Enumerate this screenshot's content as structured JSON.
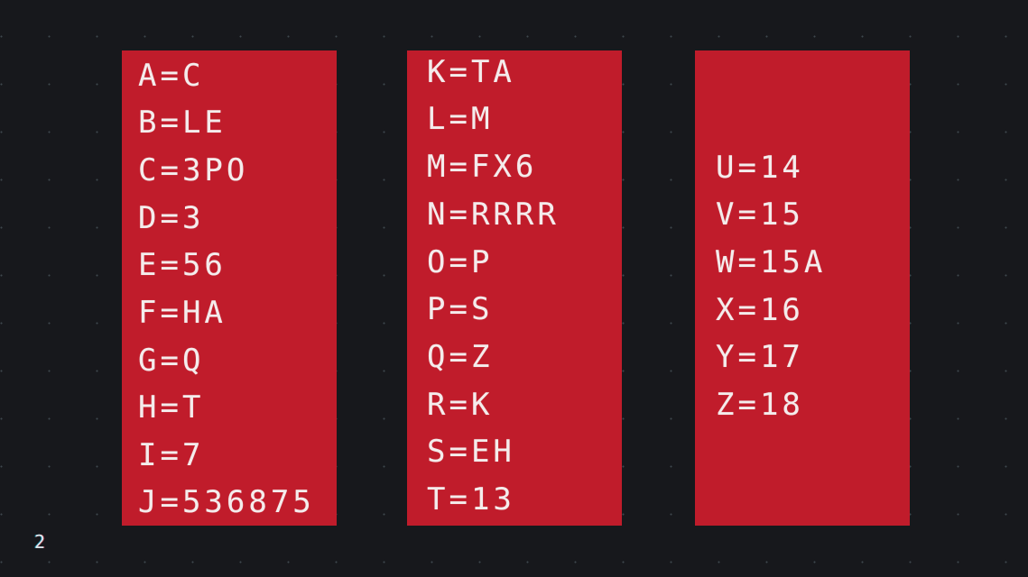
{
  "columns": [
    {
      "entries": [
        "A=C",
        "B=LE",
        "C=3PO",
        "D=3",
        "E=56",
        "F=HA",
        "G=Q",
        "H=T",
        "I=7",
        "J=536875"
      ]
    },
    {
      "entries": [
        "K=TA",
        "L=M",
        "M=FX6",
        "N=RRRR",
        "O=P",
        "P=S",
        "Q=Z",
        "R=K",
        "S=EH",
        "T=13"
      ]
    },
    {
      "entries": [
        "U=14",
        "V=15",
        "W=15A",
        "X=16",
        "Y=17",
        "Z=18"
      ]
    }
  ],
  "page_number": "2",
  "colors": {
    "background": "#17181c",
    "panel": "#c01c2b",
    "text": "#f4ecec"
  }
}
